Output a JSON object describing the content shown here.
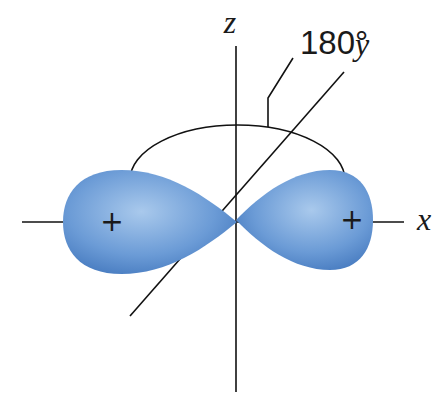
{
  "diagram": {
    "nodes": [
      {
        "text": [
          "+"
        ]
      },
      {
        "text": [
          "+"
        ]
      }
    ],
    "labels": [
      "z",
      "180°",
      "y",
      "x"
    ]
  }
}
